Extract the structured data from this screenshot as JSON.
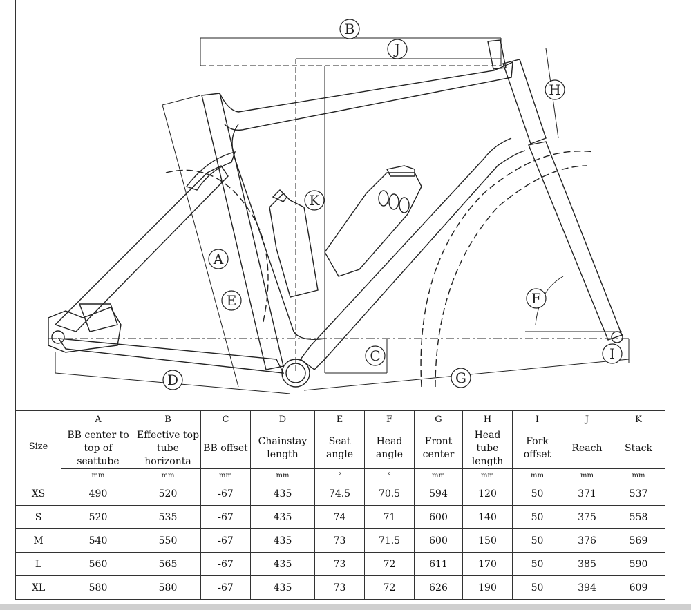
{
  "diagram": {
    "labels": [
      "A",
      "B",
      "C",
      "D",
      "E",
      "F",
      "G",
      "H",
      "I",
      "J",
      "K"
    ],
    "colors": {
      "line": "#222222",
      "background": "#ffffff"
    }
  },
  "table": {
    "size_header": "Size",
    "columns": [
      {
        "letter": "A",
        "name": "BB center to top of seattube",
        "unit": "mm"
      },
      {
        "letter": "B",
        "name": "Effective top tube horizonta",
        "unit": "mm"
      },
      {
        "letter": "C",
        "name": "BB offset",
        "unit": "mm"
      },
      {
        "letter": "D",
        "name": "Chainstay length",
        "unit": "mm"
      },
      {
        "letter": "E",
        "name": "Seat angle",
        "unit": "°"
      },
      {
        "letter": "F",
        "name": "Head angle",
        "unit": "°"
      },
      {
        "letter": "G",
        "name": "Front center",
        "unit": "mm"
      },
      {
        "letter": "H",
        "name": "Head tube length",
        "unit": "mm"
      },
      {
        "letter": "I",
        "name": "Fork offset",
        "unit": "mm"
      },
      {
        "letter": "J",
        "name": "Reach",
        "unit": "mm"
      },
      {
        "letter": "K",
        "name": "Stack",
        "unit": "mm"
      }
    ],
    "rows": [
      {
        "size": "XS",
        "values": [
          "490",
          "520",
          "-67",
          "435",
          "74.5",
          "70.5",
          "594",
          "120",
          "50",
          "371",
          "537"
        ]
      },
      {
        "size": "S",
        "values": [
          "520",
          "535",
          "-67",
          "435",
          "74",
          "71",
          "600",
          "140",
          "50",
          "375",
          "558"
        ]
      },
      {
        "size": "M",
        "values": [
          "540",
          "550",
          "-67",
          "435",
          "73",
          "71.5",
          "600",
          "150",
          "50",
          "376",
          "569"
        ]
      },
      {
        "size": "L",
        "values": [
          "560",
          "565",
          "-67",
          "435",
          "73",
          "72",
          "611",
          "170",
          "50",
          "385",
          "590"
        ]
      },
      {
        "size": "XL",
        "values": [
          "580",
          "580",
          "-67",
          "435",
          "73",
          "72",
          "626",
          "190",
          "50",
          "394",
          "609"
        ]
      }
    ]
  }
}
